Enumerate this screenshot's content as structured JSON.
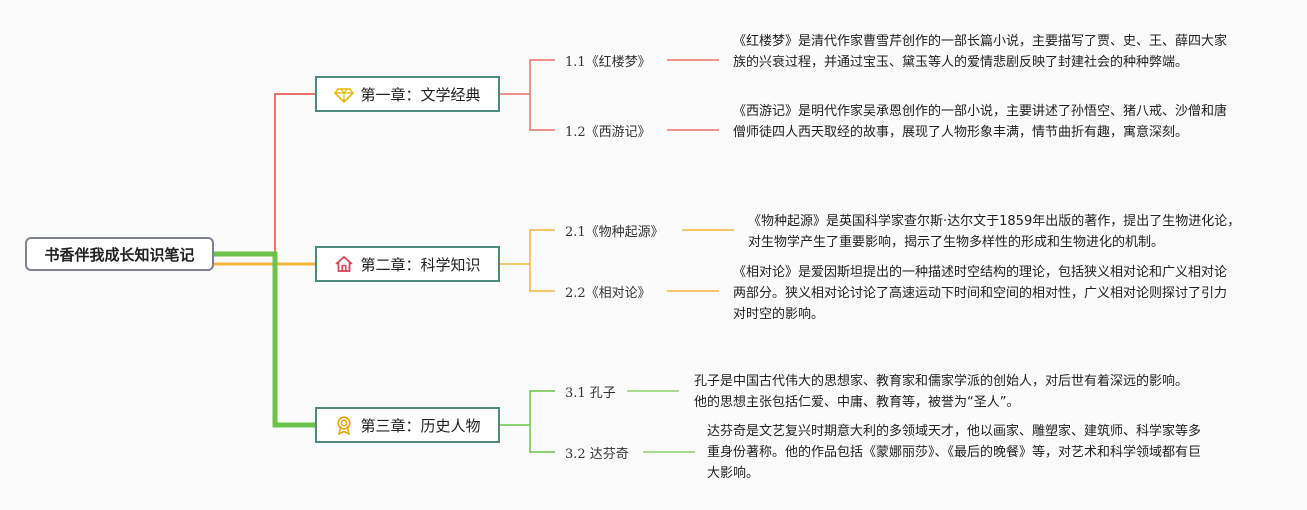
{
  "root": {
    "label": "书香伴我成长知识笔记"
  },
  "chapters": [
    {
      "title": "第一章：文学经典",
      "icon": "diamond-icon",
      "color": "#e9746a",
      "items": [
        {
          "label": "1.1《红楼梦》",
          "desc": "《红楼梦》是清代作家曹雪芹创作的一部长篇小说，主要描写了贾、史、王、薛四大家族的兴衰过程，并通过宝玉、黛玉等人的爱情悲剧反映了封建社会的种种弊端。"
        },
        {
          "label": "1.2《西游记》",
          "desc": "《西游记》是明代作家吴承恩创作的一部小说，主要讲述了孙悟空、猪八戒、沙僧和唐僧师徒四人西天取经的故事，展现了人物形象丰满，情节曲折有趣，寓意深刻。"
        }
      ]
    },
    {
      "title": "第二章：科学知识",
      "icon": "house-icon",
      "color": "#f5b43c",
      "items": [
        {
          "label": "2.1《物种起源》",
          "desc": "《物种起源》是英国科学家查尔斯·达尔文于1859年出版的著作，提出了生物进化论，对生物学产生了重要影响，揭示了生物多样性的形成和生物进化的机制。"
        },
        {
          "label": "2.2《相对论》",
          "desc": "《相对论》是爱因斯坦提出的一种描述时空结构的理论，包括狭义相对论和广义相对论两部分。狭义相对论讨论了高速运动下时间和空间的相对性，广义相对论则探讨了引力对时空的影响。"
        }
      ]
    },
    {
      "title": "第三章：历史人物",
      "icon": "award-icon",
      "color": "#6cc24a",
      "items": [
        {
          "label": "3.1 孔子",
          "desc": "孔子是中国古代伟大的思想家、教育家和儒家学派的创始人，对后世有着深远的影响。他的思想主张包括仁爱、中庸、教育等，被誉为“圣人”。"
        },
        {
          "label": "3.2 达芬奇",
          "desc": "达芬奇是文艺复兴时期意大利的多领域天才，他以画家、雕塑家、建筑师、科学家等多重身份著称。他的作品包括《蒙娜丽莎》、《最后的晚餐》等，对艺术和科学领域都有巨大影响。"
        }
      ]
    }
  ]
}
